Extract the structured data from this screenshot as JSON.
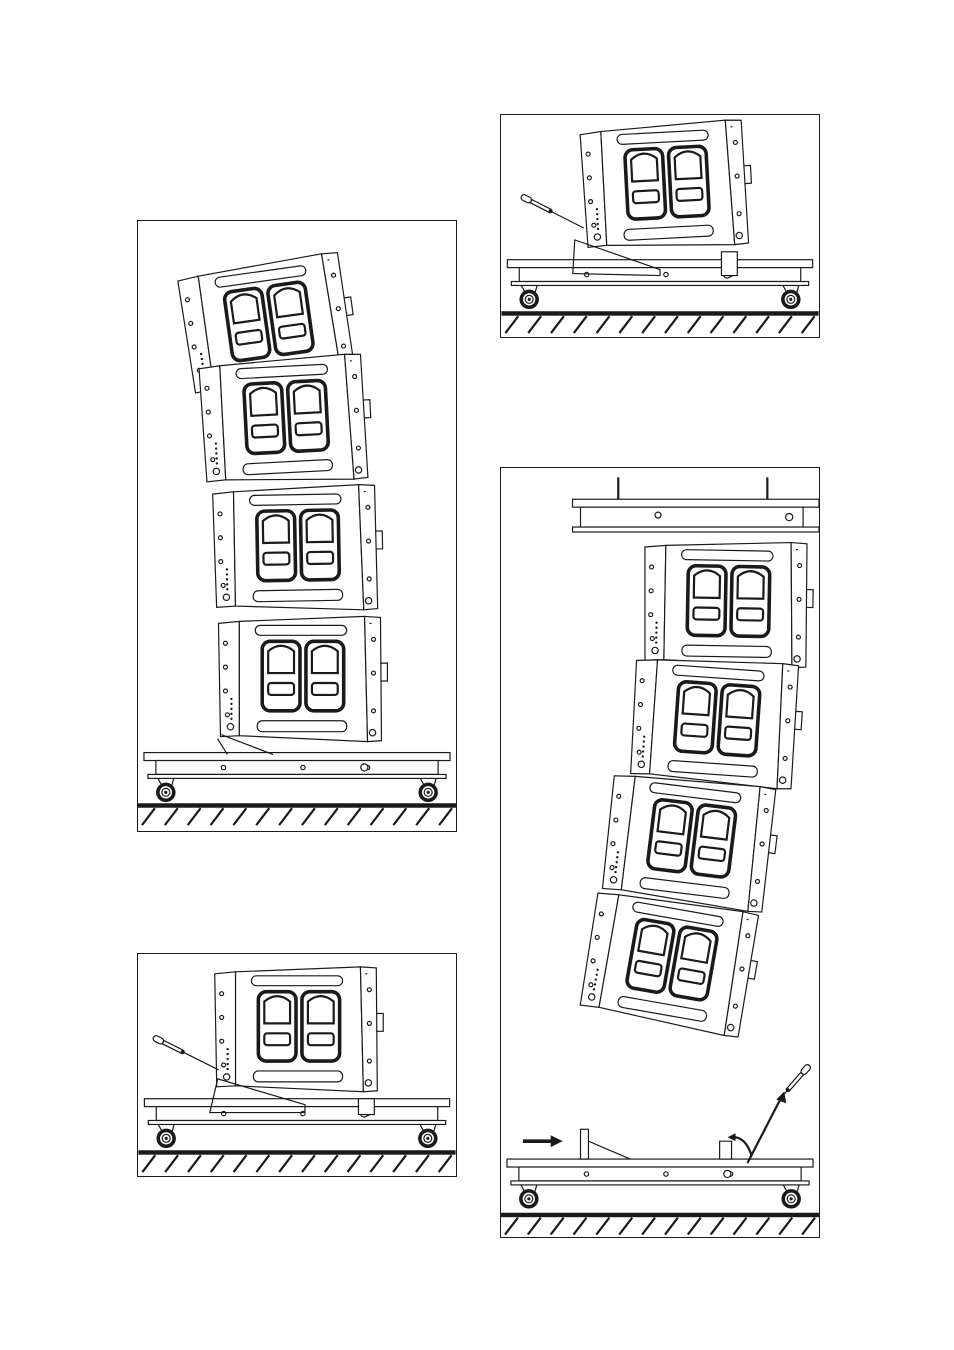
{
  "figure": {
    "panels": [
      {
        "id": "panel-a",
        "modules": 4,
        "stage": "stacked-on-cart"
      },
      {
        "id": "panel-b",
        "modules": 1,
        "stage": "pin-removed-from-cart"
      },
      {
        "id": "panel-c",
        "modules": 1,
        "stage": "single-module-on-cart"
      },
      {
        "id": "panel-d",
        "modules": 4,
        "stage": "suspended-from-frame"
      }
    ]
  },
  "colors": {
    "line": "#1a1a1a",
    "background": "#ffffff"
  },
  "icons": [
    "quick-release-pin-icon",
    "caster-wheel-icon",
    "hatched-floor-icon",
    "direction-arrow-icon",
    "rotation-arrow-icon"
  ]
}
